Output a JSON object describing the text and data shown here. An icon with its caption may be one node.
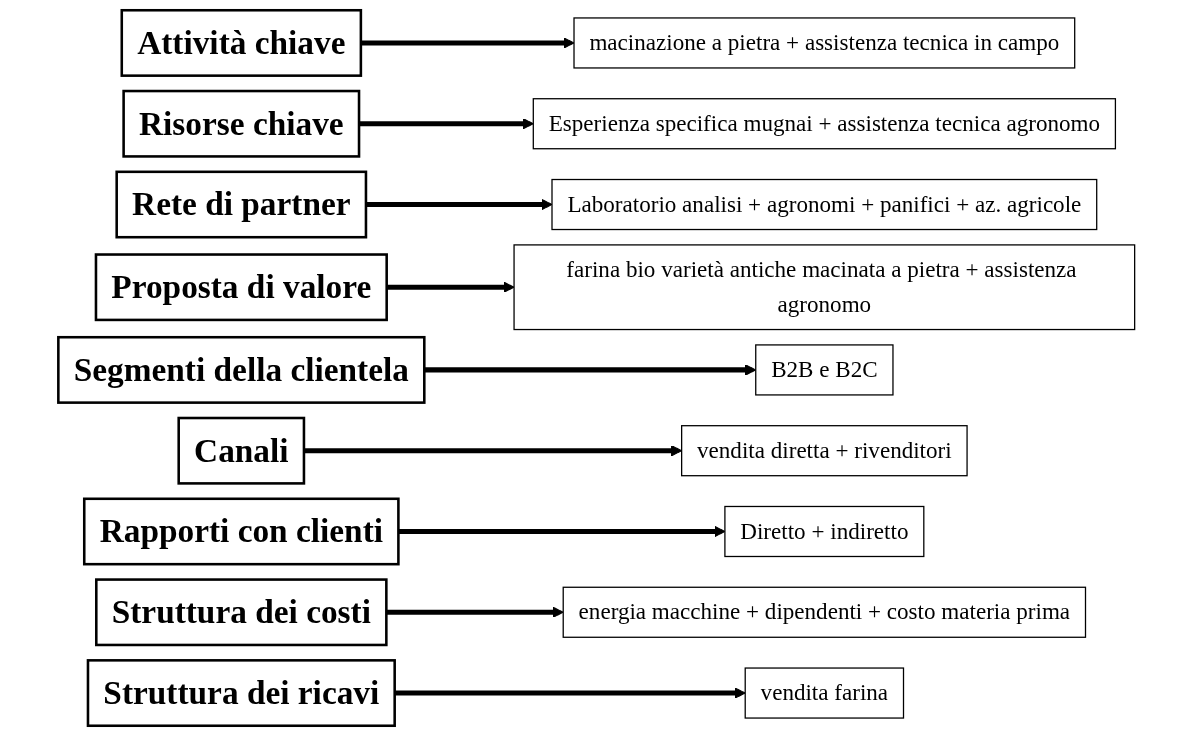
{
  "diagram": {
    "nodes": [
      {
        "text": [
          "Attività chiave"
        ]
      },
      {
        "text": [
          "macinazione a pietra + assistenza tecnica in campo"
        ]
      },
      {
        "text": [
          "Risorse chiave"
        ]
      },
      {
        "text": [
          "Esperienza specifica mugnai + assistenza tecnica agronomo"
        ]
      },
      {
        "text": [
          "Rete di partner"
        ]
      },
      {
        "text": [
          "Laboratorio analisi + agronomi + panifici + az. agricole"
        ]
      },
      {
        "text": [
          "Proposta di valore"
        ]
      },
      {
        "text": [
          "farina bio varietà antiche macinata a pietra + assistenza agronomo"
        ]
      },
      {
        "text": [
          "Segmenti della clientela"
        ]
      },
      {
        "text": [
          "B2B e B2C"
        ]
      },
      {
        "text": [
          "Canali"
        ]
      },
      {
        "text": [
          "vendita diretta + rivenditori"
        ]
      },
      {
        "text": [
          "Rapporti con clienti"
        ]
      },
      {
        "text": [
          "Diretto + indiretto"
        ]
      },
      {
        "text": [
          "Struttura dei costi"
        ]
      },
      {
        "text": [
          "energia macchine + dipendenti + costo materia prima"
        ]
      },
      {
        "text": [
          "Struttura dei ricavi"
        ]
      },
      {
        "text": [
          "vendita farina"
        ]
      }
    ],
    "edges": [
      {
        "from": 0,
        "to": 1,
        "arrow": "to"
      },
      {
        "from": 2,
        "to": 3,
        "arrow": "to"
      },
      {
        "from": 4,
        "to": 5,
        "arrow": "to"
      },
      {
        "from": 6,
        "to": 7,
        "arrow": "to"
      },
      {
        "from": 8,
        "to": 9,
        "arrow": "to"
      },
      {
        "from": 10,
        "to": 11,
        "arrow": "to"
      },
      {
        "from": 12,
        "to": 13,
        "arrow": "to"
      },
      {
        "from": 14,
        "to": 15,
        "arrow": "to"
      },
      {
        "from": 16,
        "to": 17,
        "arrow": "to"
      }
    ]
  }
}
